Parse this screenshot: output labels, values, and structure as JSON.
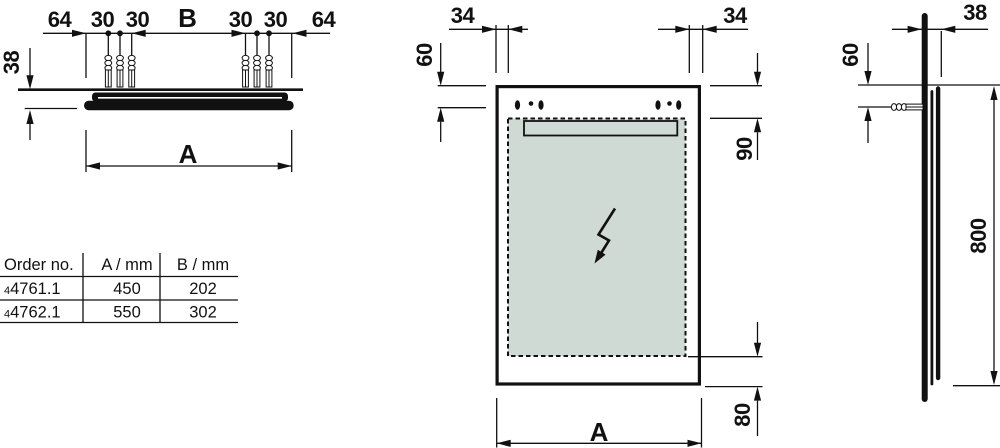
{
  "colors": {
    "line": "#111111",
    "glass_fill": "#d0dad5",
    "background": "#ffffff"
  },
  "top_view": {
    "dim_labels": {
      "left_edge_offset": "64",
      "left_hole_gap_1": "30",
      "left_hole_gap_2": "30",
      "hole_span": "B",
      "right_hole_gap_1": "30",
      "right_hole_gap_2": "30",
      "right_edge_offset": "64",
      "mounting_depth": "38",
      "width": "A"
    }
  },
  "front_view": {
    "dim_labels": {
      "hole_offset_left": "34",
      "hole_offset_right": "34",
      "hole_top_offset": "60",
      "glass_top_offset": "90",
      "glass_bottom_offset": "80",
      "width": "A"
    }
  },
  "side_view": {
    "dim_labels": {
      "mounting_depth": "38",
      "hole_top_offset": "60",
      "height": "800"
    }
  },
  "icons": {
    "electrical_symbol": "lightning-arrow",
    "fixing_symbol": "wall-anchor"
  },
  "table": {
    "headers": [
      "Order no.",
      "A / mm",
      "B / mm"
    ],
    "rows": [
      {
        "order_prefix": "4",
        "order_number": "4761.1",
        "a_mm": "450",
        "b_mm": "202"
      },
      {
        "order_prefix": "4",
        "order_number": "4762.1",
        "a_mm": "550",
        "b_mm": "302"
      }
    ]
  }
}
